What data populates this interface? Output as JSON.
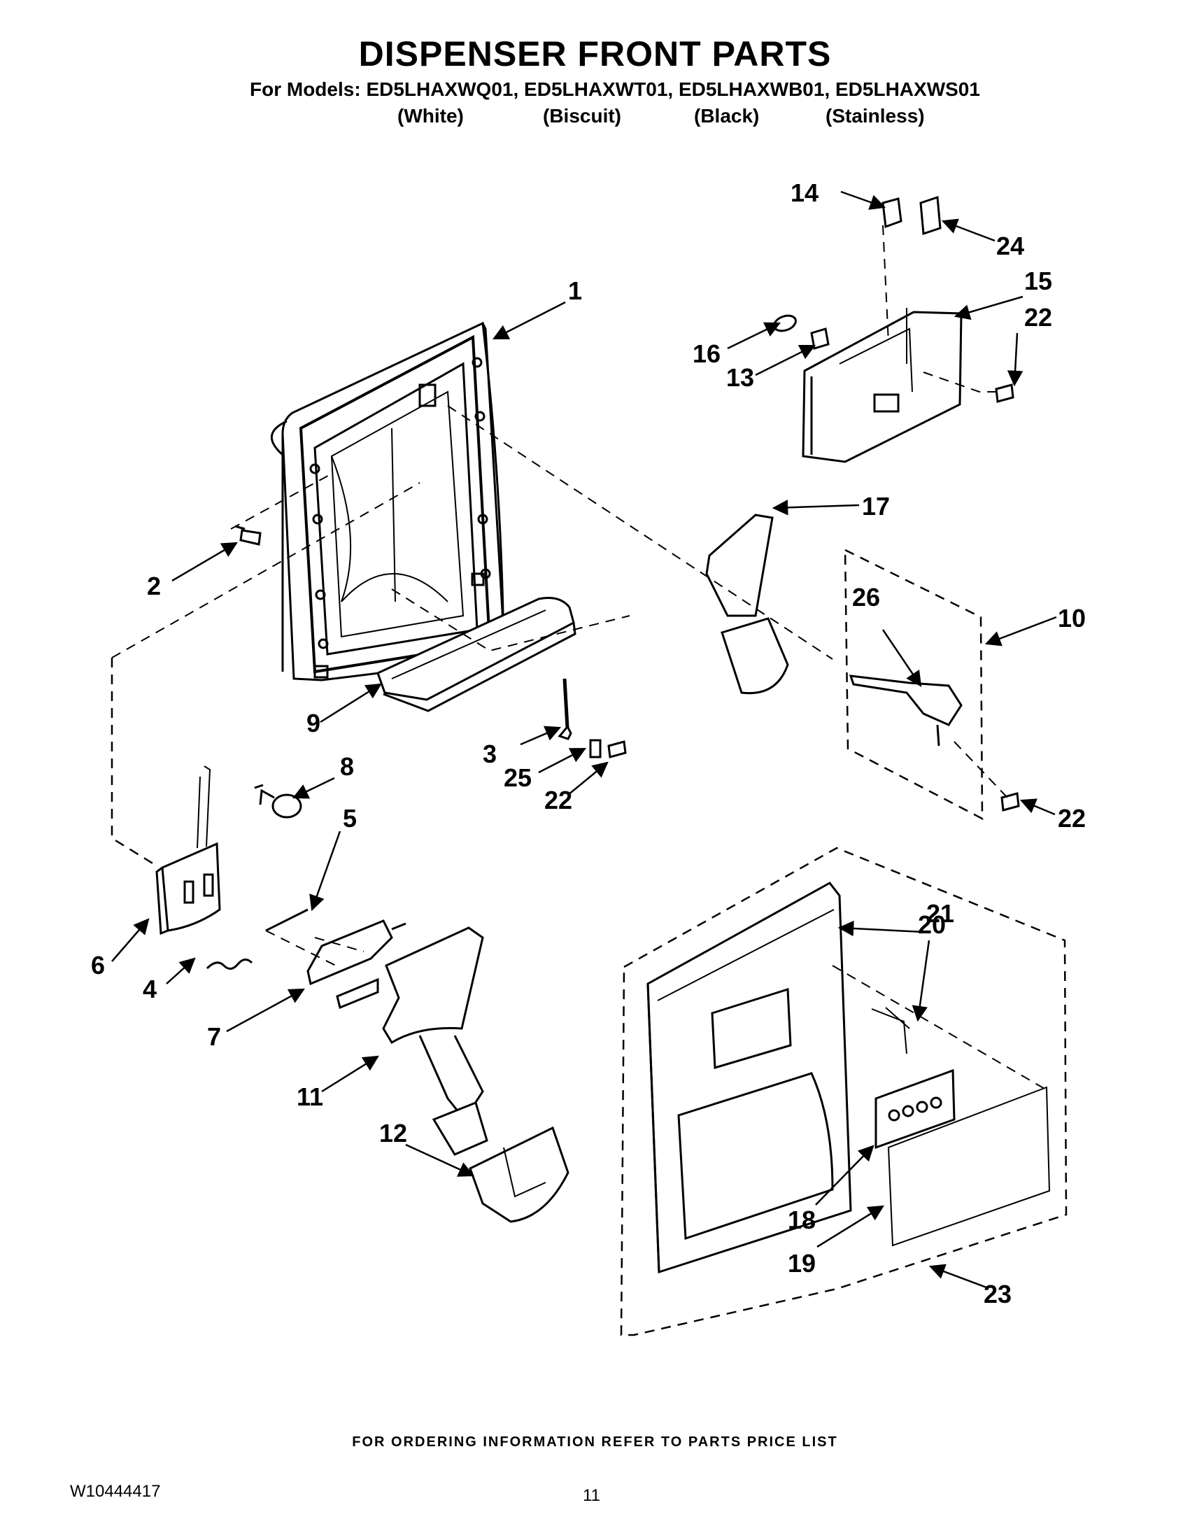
{
  "title": "DISPENSER FRONT PARTS",
  "models_line": "For Models: ED5LHAXWQ01, ED5LHAXWT01, ED5LHAXWB01, ED5LHAXWS01",
  "finishes": [
    "(White)",
    "(Biscuit)",
    "(Black)",
    "(Stainless)"
  ],
  "callouts": [
    "1",
    "2",
    "3",
    "4",
    "5",
    "6",
    "7",
    "8",
    "9",
    "10",
    "11",
    "12",
    "13",
    "14",
    "15",
    "16",
    "17",
    "18",
    "19",
    "20",
    "21",
    "22",
    "22",
    "22",
    "23",
    "24",
    "25",
    "26"
  ],
  "footer_note": "FOR ORDERING INFORMATION REFER TO PARTS PRICE LIST",
  "doc_number": "W10444417",
  "page_number": "11"
}
